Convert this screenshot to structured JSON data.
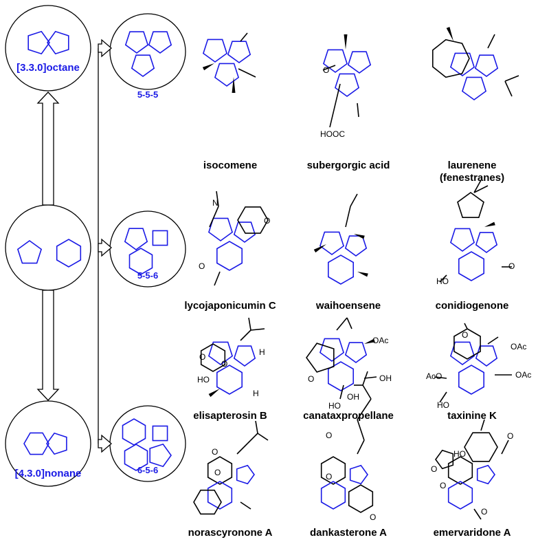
{
  "colors": {
    "skeleton": "#1a1ae6",
    "structure": "#000000"
  },
  "left_column": [
    {
      "label": "[3.3.0]octane"
    },
    {
      "label": ""
    },
    {
      "label": "[4.3.0]nonane"
    }
  ],
  "middle_column": [
    {
      "label": "5-5-5"
    },
    {
      "label": "5-5-6"
    },
    {
      "label": "6-5-6"
    }
  ],
  "compounds": [
    {
      "name": "isocomene"
    },
    {
      "name": "subergorgic  acid",
      "atoms": [
        "HOOC",
        "O"
      ]
    },
    {
      "name": "laurenene",
      "subtitle": "(fenestranes)"
    },
    {
      "name": "lycojaponicumin C",
      "atoms": [
        "N",
        "O",
        "O"
      ]
    },
    {
      "name": "waihoensene"
    },
    {
      "name": "conidiogenone",
      "atoms": [
        "HO",
        "O"
      ]
    },
    {
      "name": "elisapterosin B",
      "atoms": [
        "O",
        "HO",
        "O",
        "H",
        "H"
      ]
    },
    {
      "name": "canataxpropellane",
      "atoms": [
        "OAc",
        "OH",
        "O",
        "HO",
        "OH"
      ]
    },
    {
      "name": "taxinine K",
      "atoms": [
        "O",
        "OAc",
        "AcO",
        "OAc",
        "HO"
      ]
    },
    {
      "name": "norascyronone A",
      "atoms": [
        "O",
        "O"
      ]
    },
    {
      "name": "dankasterone A",
      "atoms": [
        "O",
        "O",
        "O"
      ]
    },
    {
      "name": "emervaridone A",
      "atoms": [
        "HO",
        "O",
        "O",
        "O",
        "O"
      ]
    }
  ]
}
